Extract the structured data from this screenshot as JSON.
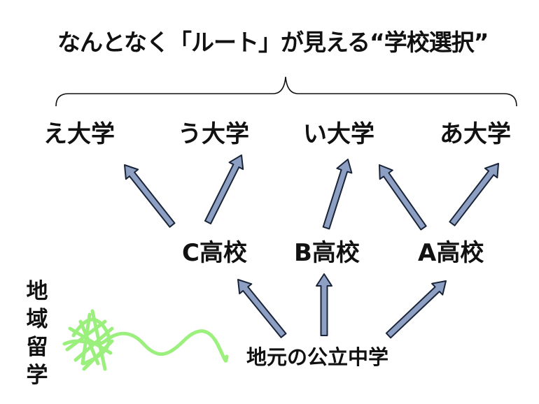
{
  "title": "なんとなく「ルート」が見える“学校選択”",
  "universities": [
    "え大学",
    "う大学",
    "い大学",
    "あ大学"
  ],
  "high_schools": [
    "C高校",
    "B高校",
    "A高校"
  ],
  "origin": "地元の公立中学",
  "side_label": [
    "地",
    "域",
    "留",
    "学"
  ],
  "colors": {
    "arrow_fill": "#8da0c4",
    "arrow_stroke": "#1a2438",
    "scribble": "#90ee70",
    "text": "#111111"
  }
}
